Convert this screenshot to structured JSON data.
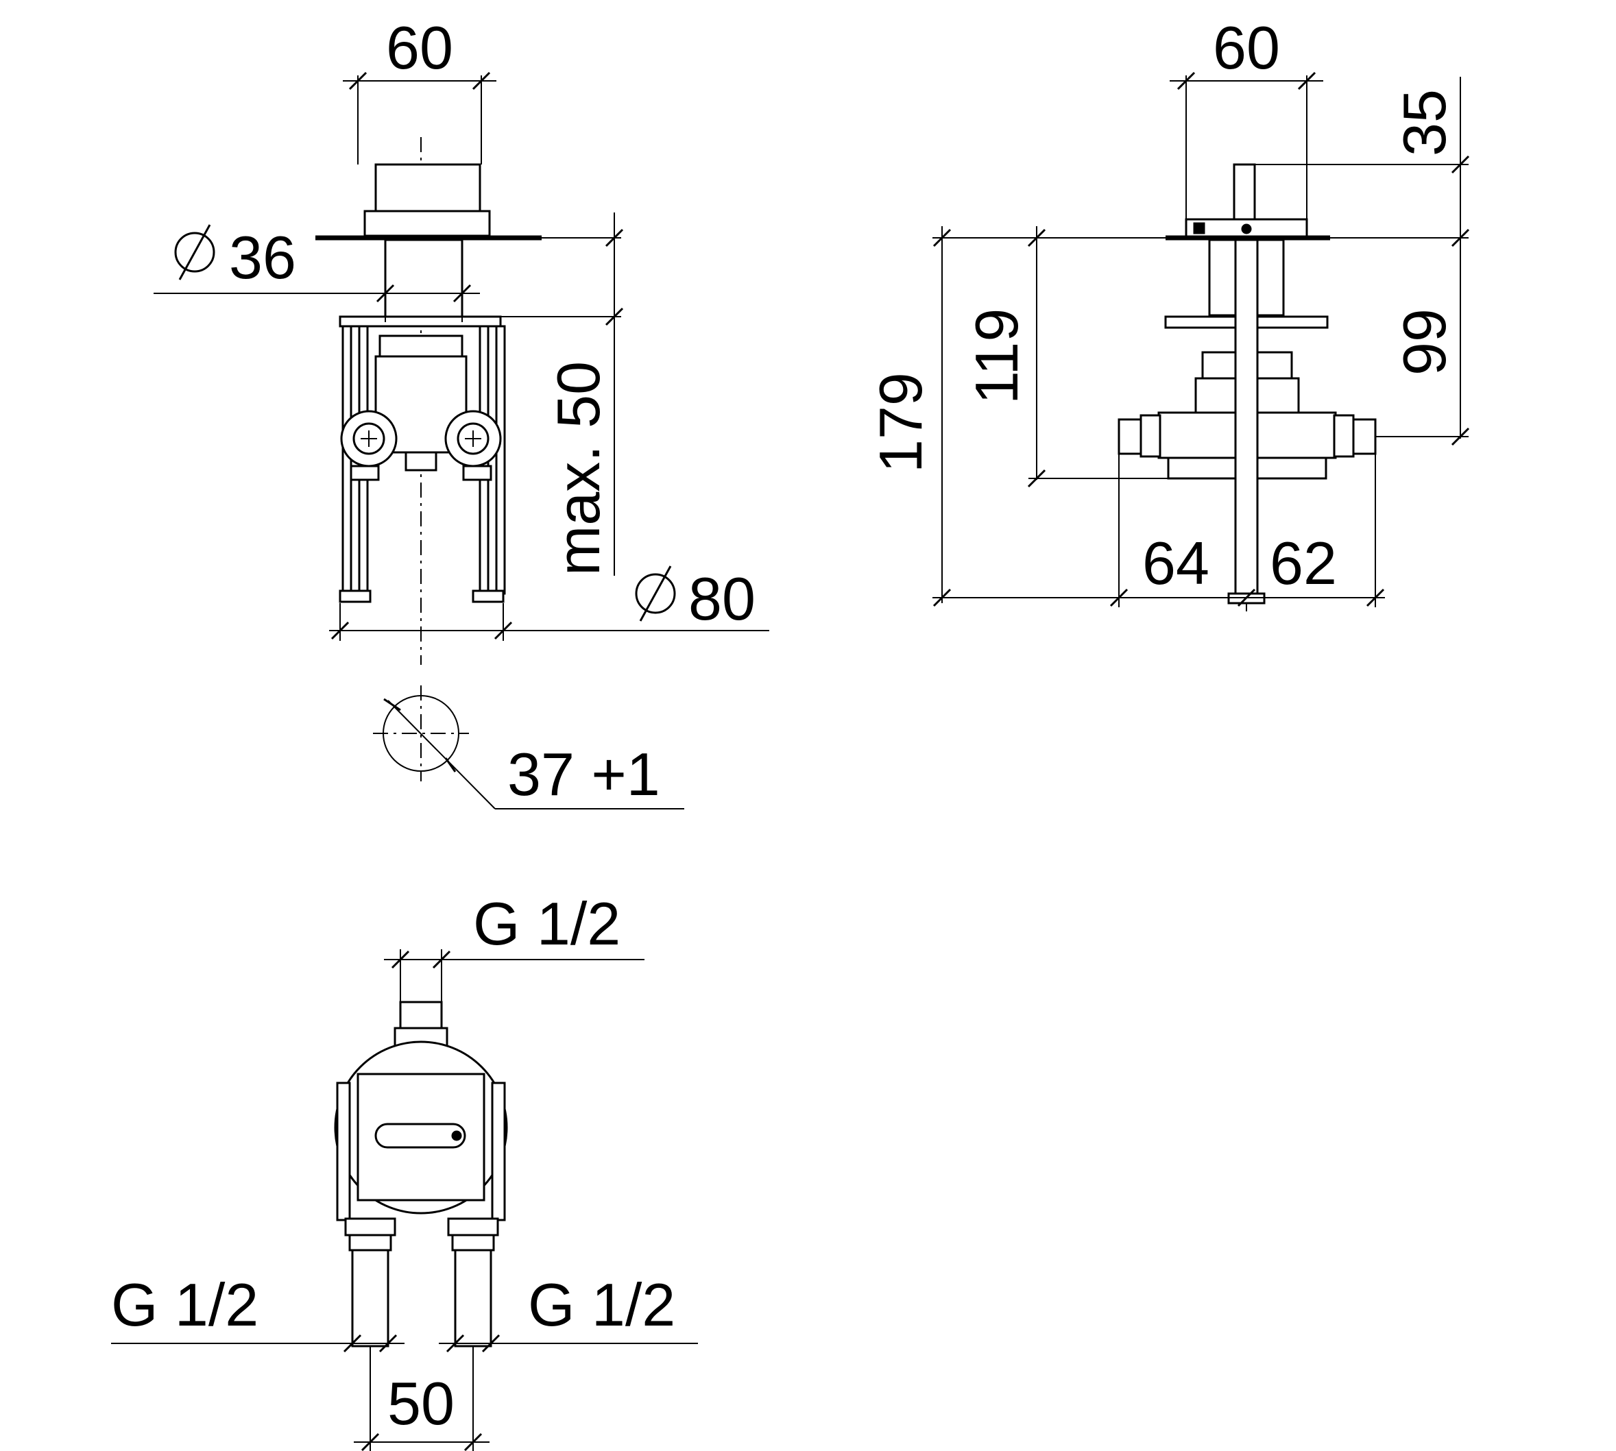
{
  "front_view": {
    "width_label": "60",
    "rosette_dia_label": "36",
    "depth_label": "max. 50",
    "frame_dia_label": "80",
    "hole_label": "37 +1"
  },
  "side_view": {
    "width_label": "60",
    "stem_label": "35",
    "height_label": "179",
    "body_label": "119",
    "inner_label": "99",
    "left_label": "64",
    "right_label": "62"
  },
  "bottom_view": {
    "top_thread_label": "G 1/2",
    "left_thread_label": "G 1/2",
    "right_thread_label": "G 1/2",
    "spacing_label": "50"
  },
  "icons": {
    "diameter_symbol": "diameter-icon"
  }
}
